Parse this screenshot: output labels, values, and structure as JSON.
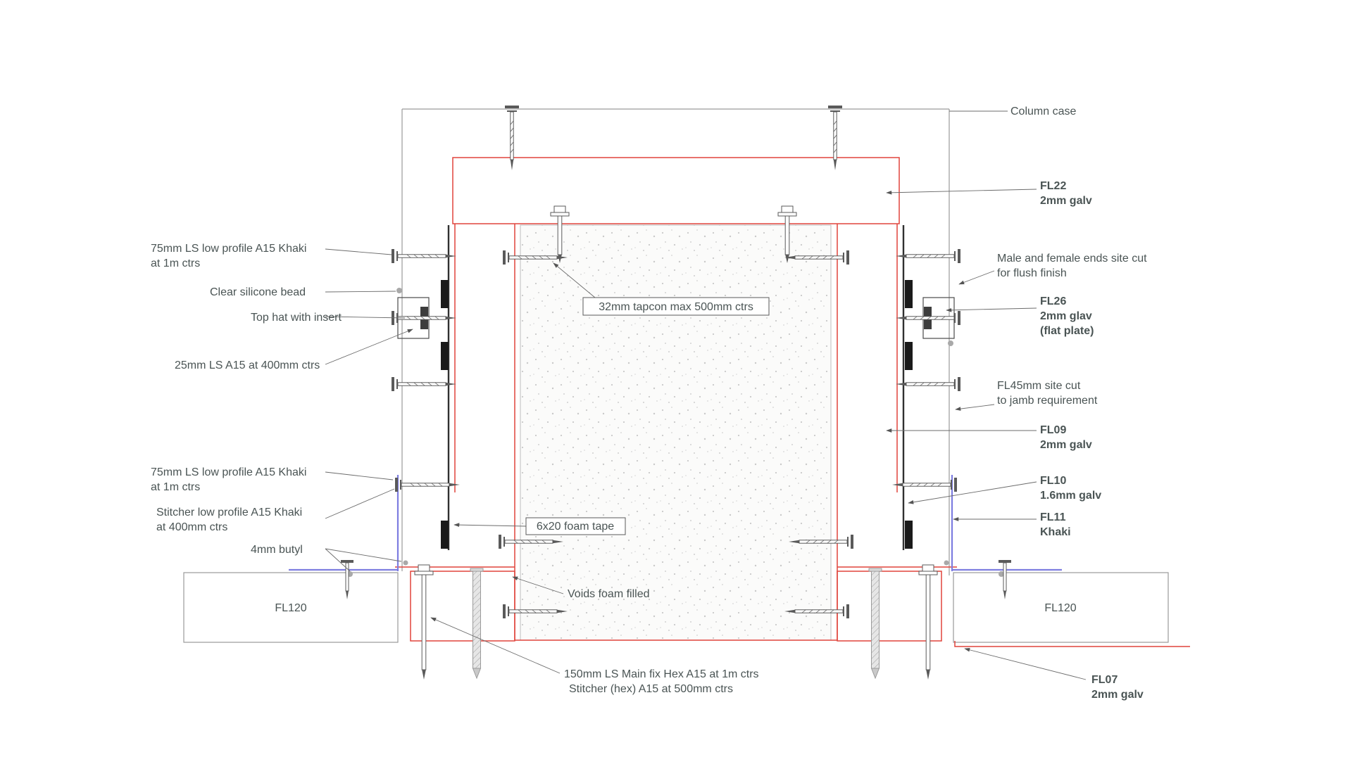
{
  "colors": {
    "red": "#e0443c",
    "blue": "#7d7de0",
    "dark": "#4a4a4a",
    "gray": "#9a9a9a",
    "text": "#4a5454"
  },
  "labels": {
    "left": {
      "ls75_top_1": "75mm LS low profile A15 Khaki",
      "ls75_top_2": "at 1m ctrs",
      "silicone": "Clear silicone bead",
      "top_hat": "Top hat with insert",
      "ls25": "25mm LS A15 at 400mm ctrs",
      "ls75_bot_1": "75mm LS low profile A15 Khaki",
      "ls75_bot_2": "at 1m ctrs",
      "stitcher_1": "Stitcher low profile A15 Khaki",
      "stitcher_2": "at 400mm ctrs",
      "butyl": "4mm butyl"
    },
    "center": {
      "tapcon": "32mm tapcon max 500mm ctrs",
      "foam_tape": "6x20 foam tape",
      "voids": "Voids foam filled",
      "main_fix_1": "150mm LS Main fix Hex A15 at 1m ctrs",
      "main_fix_2": "Stitcher (hex) A15 at 500mm ctrs"
    },
    "right": {
      "column_case": "Column case",
      "fl22": "FL22",
      "fl22_sub": "2mm galv",
      "male_female_1": "Male and female ends site cut",
      "male_female_2": "for flush finish",
      "fl26": "FL26",
      "fl26_sub": "2mm glav",
      "fl26_sub2": "(flat plate)",
      "fl45_1": "FL45mm site cut",
      "fl45_2": "to jamb requirement",
      "fl09": "FL09",
      "fl09_sub": "2mm galv",
      "fl10": "FL10",
      "fl10_sub": "1.6mm galv",
      "fl11": "FL11",
      "fl11_sub": "Khaki",
      "fl07": "FL07",
      "fl07_sub": "2mm galv"
    },
    "fl120": "FL120"
  }
}
